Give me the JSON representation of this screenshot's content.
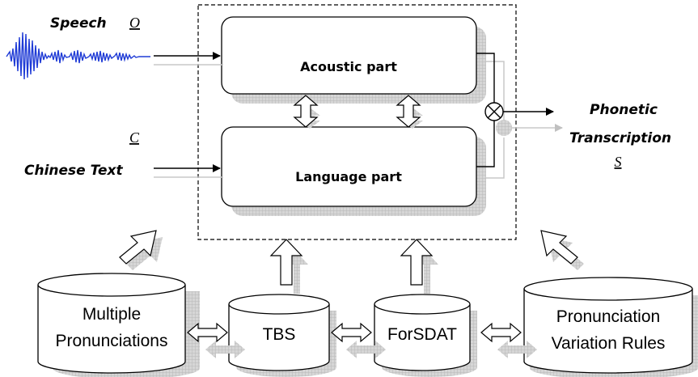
{
  "inputs": {
    "speech_label": "Speech",
    "speech_var": "O",
    "text_var": "C",
    "text_label": "Chinese Text"
  },
  "model": {
    "acoustic_label": "Acoustic part",
    "language_label": "Language part"
  },
  "output": {
    "line1": "Phonetic",
    "line2": "Transcription",
    "var": "S"
  },
  "databases": [
    {
      "line1": "Multiple",
      "line2": "Pronunciations"
    },
    {
      "line1": "TBS"
    },
    {
      "line1": "ForSDAT"
    },
    {
      "line1": "Pronunciation",
      "line2": "Variation Rules"
    }
  ],
  "colors": {
    "waveform": "#1f3bd6",
    "shadow": "#c8c8c8",
    "stroke": "#000000"
  }
}
